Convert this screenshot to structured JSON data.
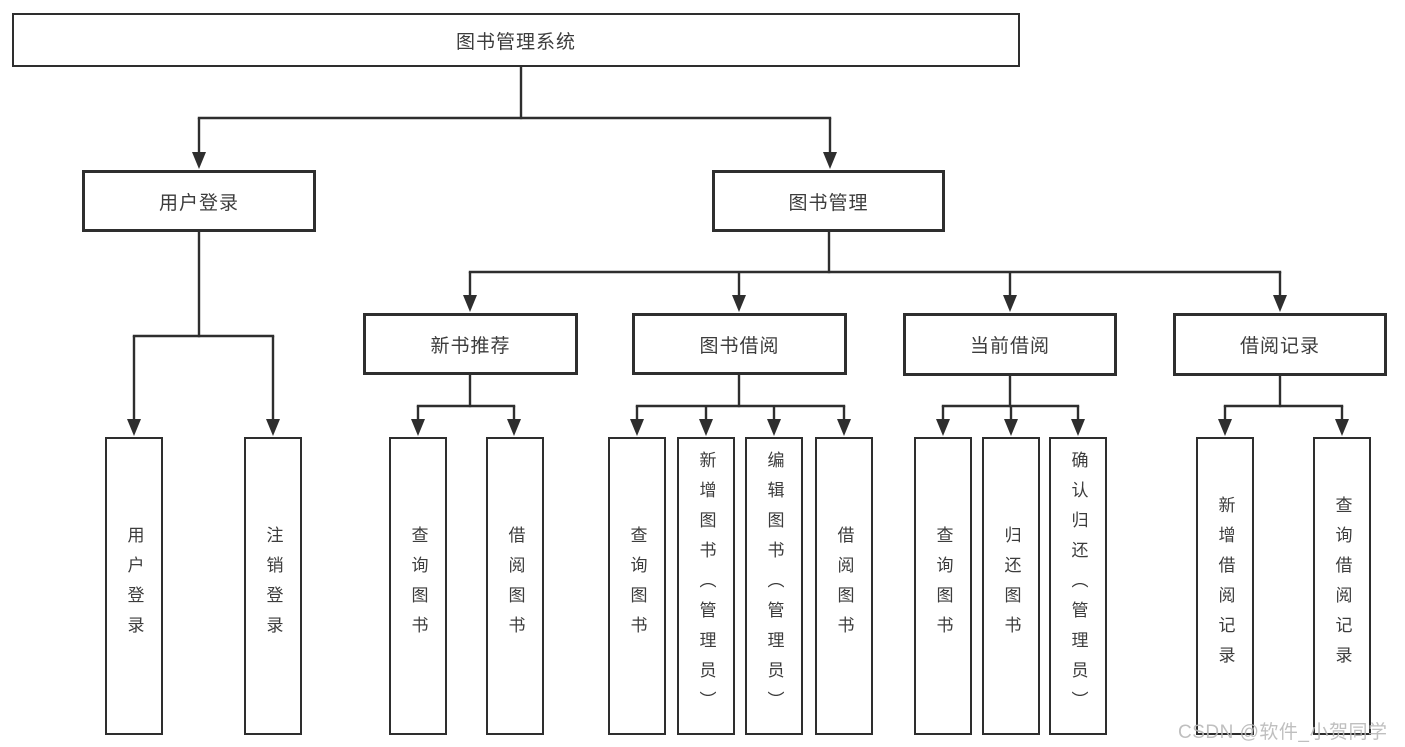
{
  "diagram": {
    "root": {
      "label": "图书管理系统"
    },
    "level2": [
      {
        "label": "用户登录",
        "children": [
          {
            "label": "用户登录"
          },
          {
            "label": "注销登录"
          }
        ]
      },
      {
        "label": "图书管理",
        "children": [
          {
            "label": "新书推荐",
            "children": [
              {
                "label": "查询图书"
              },
              {
                "label": "借阅图书"
              }
            ]
          },
          {
            "label": "图书借阅",
            "children": [
              {
                "label": "查询图书"
              },
              {
                "label": "新增图书（管理员）"
              },
              {
                "label": "编辑图书（管理员）"
              },
              {
                "label": "借阅图书"
              }
            ]
          },
          {
            "label": "当前借阅",
            "children": [
              {
                "label": "查询图书"
              },
              {
                "label": "归还图书"
              },
              {
                "label": "确认归还（管理员）"
              }
            ]
          },
          {
            "label": "借阅记录",
            "children": [
              {
                "label": "新增借阅记录"
              },
              {
                "label": "查询借阅记录"
              }
            ]
          }
        ]
      }
    ],
    "watermark": "CSDN @软件_小贺同学",
    "colors": {
      "line": "#2e2e2e",
      "border": "#2e2e2e",
      "text": "#3c3c3c",
      "watermark": "#bababa",
      "background": "#ffffff"
    }
  }
}
